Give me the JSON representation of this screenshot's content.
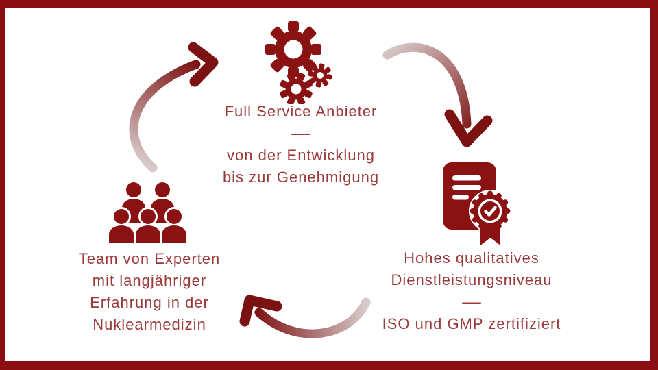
{
  "colors": {
    "background": "#ffffff",
    "border": "#8b0f12",
    "icon": "#8b1212",
    "text": "#9c3a3a",
    "arrow_light": "#d8caca",
    "arrow_dark": "#7c1111"
  },
  "nodes": {
    "full_service": {
      "icon": "gears-icon",
      "title": "Full Service Anbieter",
      "divider": "—",
      "subtitle": "von der Entwicklung\nbis zur Genehmigung"
    },
    "quality": {
      "icon": "certificate-icon",
      "title": "Hohes qualitatives\nDienstleistungsniveau",
      "divider": "—",
      "subtitle": "ISO und GMP zertifiziert"
    },
    "team": {
      "icon": "team-icon",
      "title": "Team von Experten\nmit langjähriger\nErfahrung in der\nNuklearmedizin"
    }
  }
}
